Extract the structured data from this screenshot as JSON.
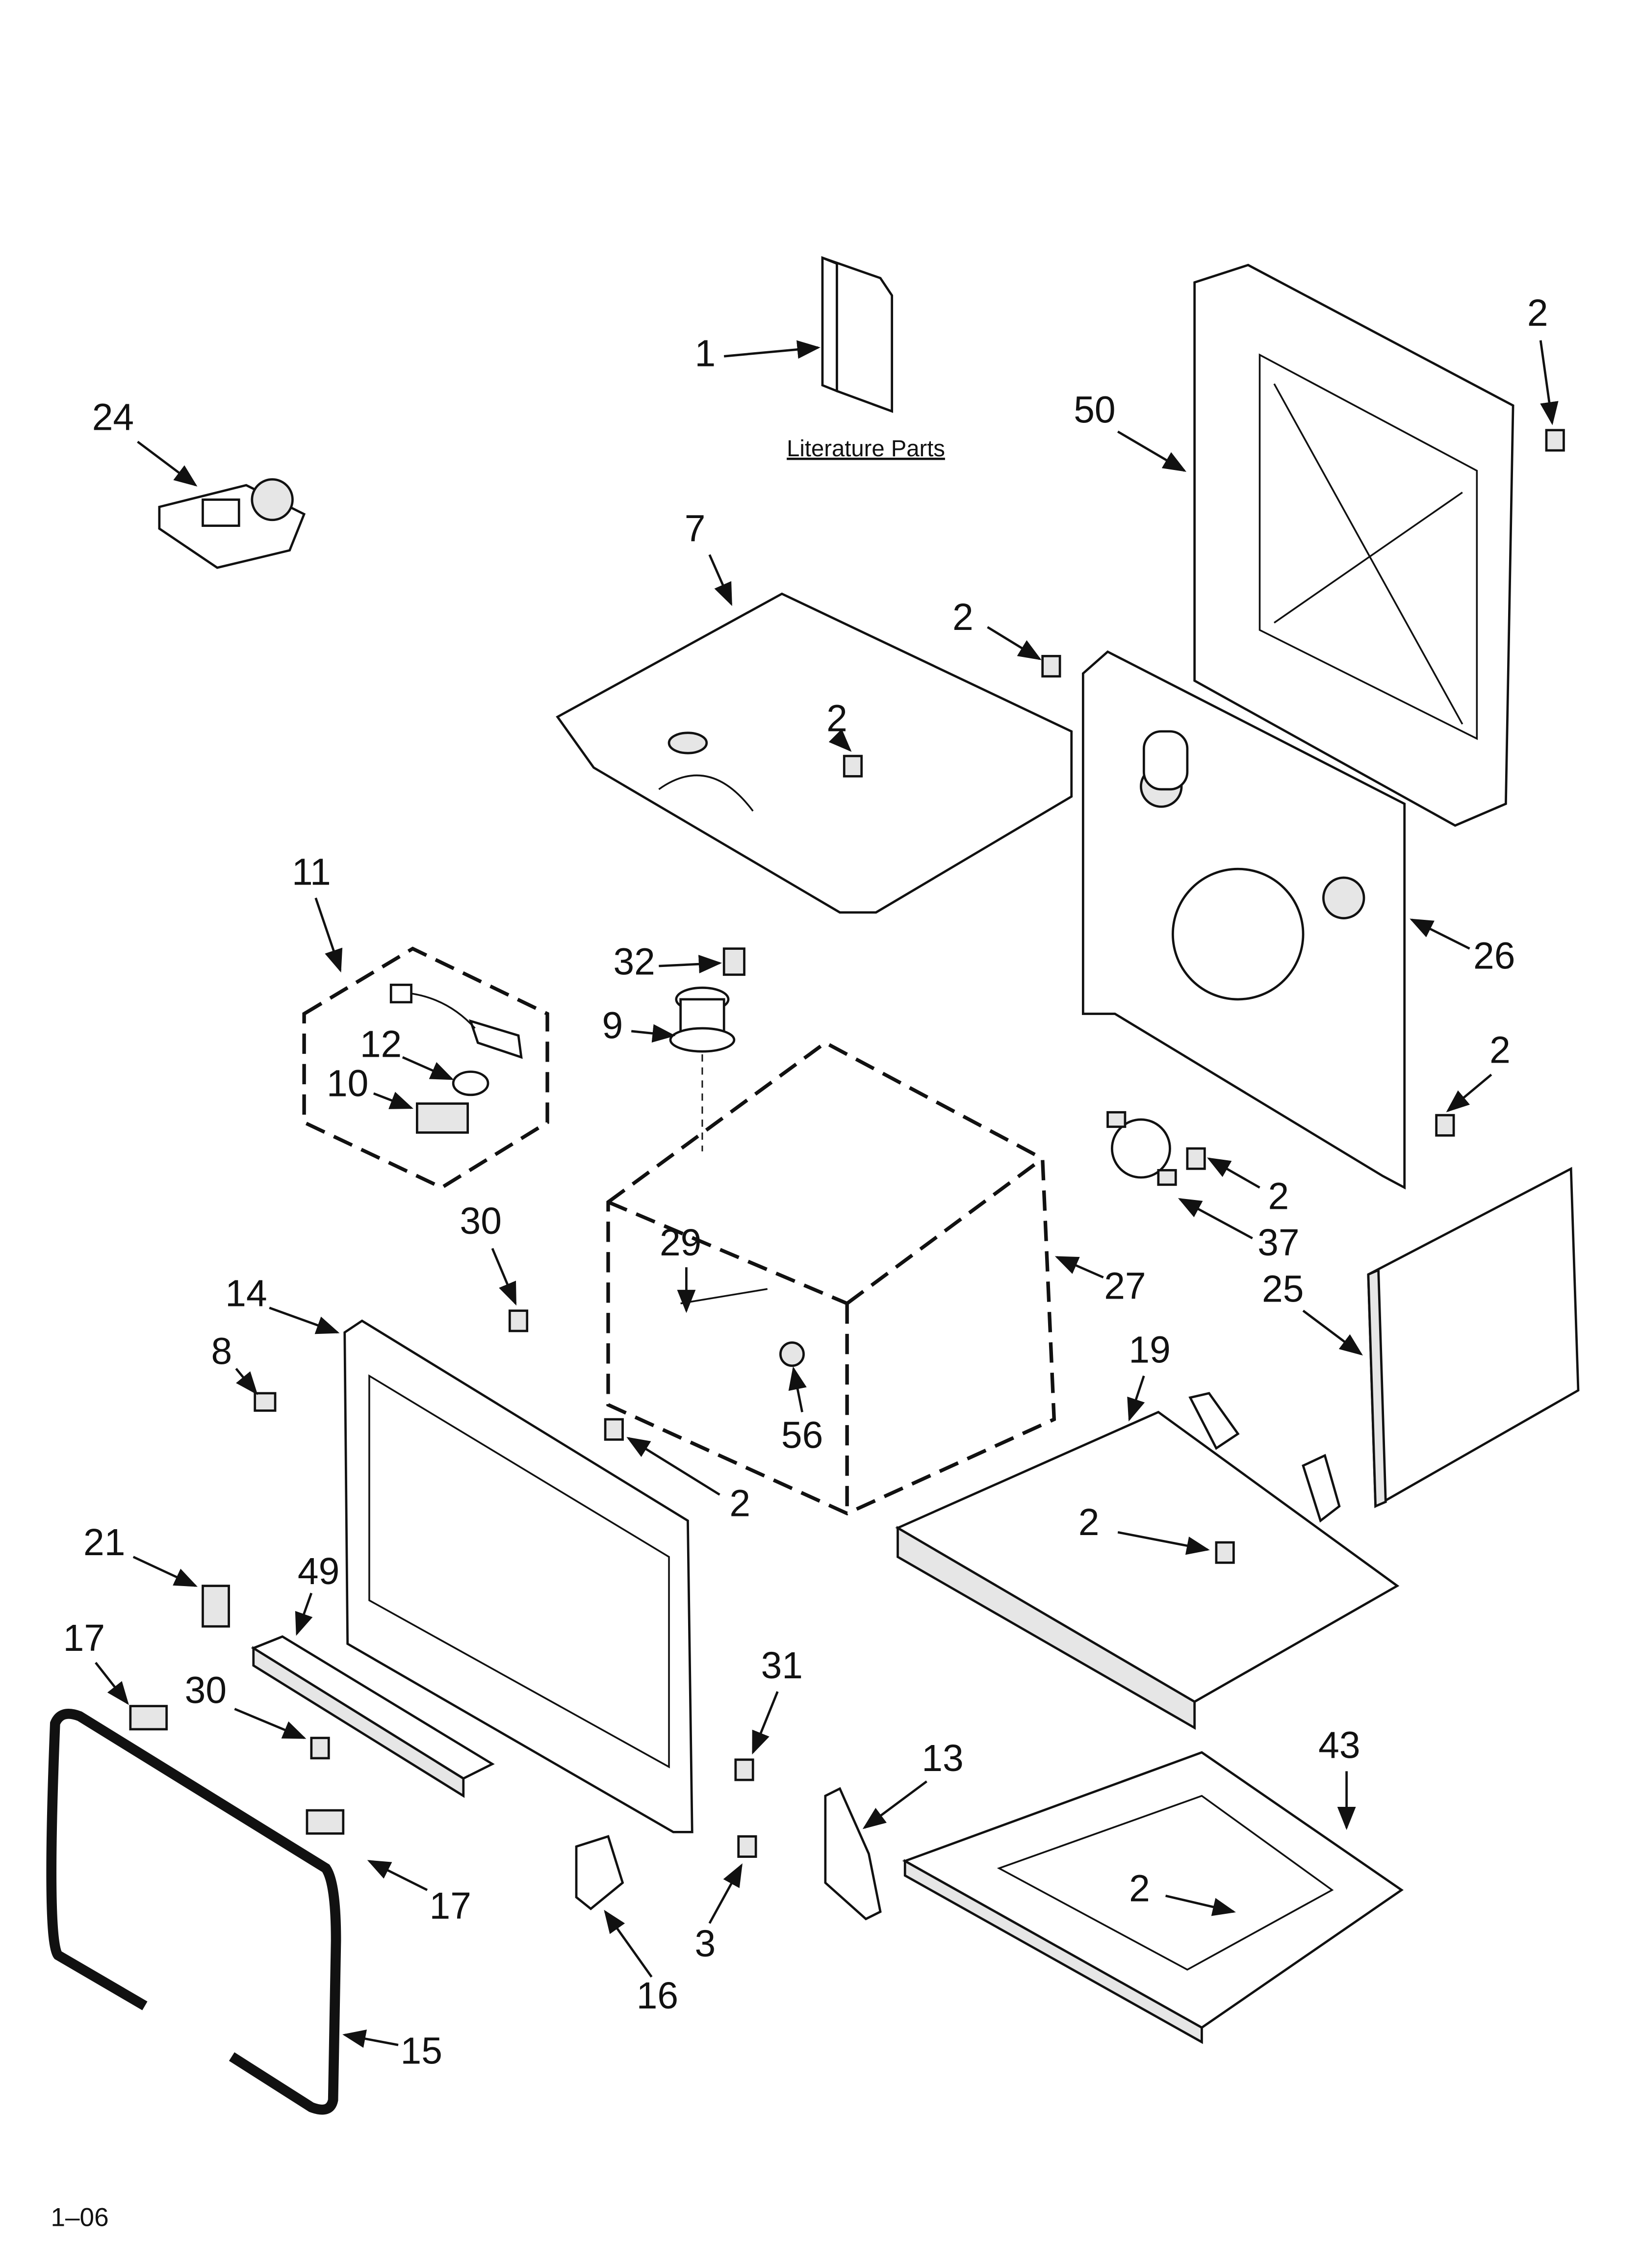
{
  "diagram": {
    "literature_label": "Literature Parts",
    "footer_code": "1–06",
    "callouts": {
      "c1": "1",
      "c24": "24",
      "c50": "50",
      "c2a": "2",
      "c7": "7",
      "c2b": "2",
      "c2c": "2",
      "c11": "11",
      "c32": "32",
      "c9": "9",
      "c12": "12",
      "c10": "10",
      "c26": "26",
      "c2d": "2",
      "c2e": "2",
      "c37": "37",
      "c30a": "30",
      "c29": "29",
      "c27": "27",
      "c25": "25",
      "c14": "14",
      "c8": "8",
      "c19": "19",
      "c56": "56",
      "c2f": "2",
      "c2g": "2",
      "c21": "21",
      "c49": "49",
      "c17a": "17",
      "c30b": "30",
      "c31": "31",
      "c13": "13",
      "c43": "43",
      "c17b": "17",
      "c3": "3",
      "c2h": "2",
      "c16": "16",
      "c15": "15"
    }
  }
}
